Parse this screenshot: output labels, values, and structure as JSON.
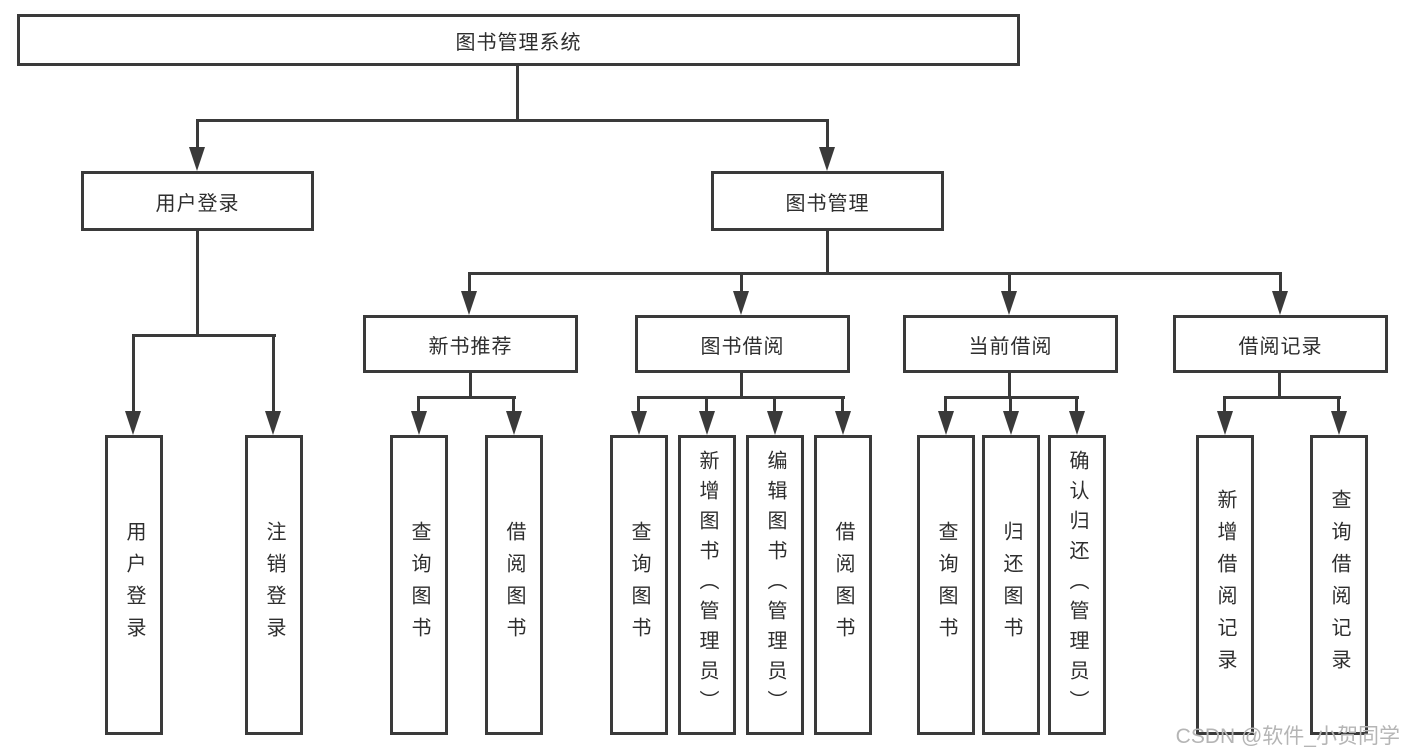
{
  "diagram_type": "hierarchy-tree",
  "colors": {
    "line": "#3a3a3a",
    "text": "#2e2e2e",
    "watermark": "#b5b5b5",
    "background": "#ffffff"
  },
  "watermark": "CSDN @软件_小贺同学",
  "nodes": {
    "root": {
      "label": "图书管理系统"
    },
    "user_login": {
      "label": "用户登录"
    },
    "book_mgmt": {
      "label": "图书管理"
    },
    "new_book_rec": {
      "label": "新书推荐"
    },
    "book_borrow": {
      "label": "图书借阅"
    },
    "current_borrow": {
      "label": "当前借阅"
    },
    "borrow_records": {
      "label": "借阅记录"
    },
    "leaf_user_login": {
      "label": "用户登录"
    },
    "leaf_logout": {
      "label": "注销登录"
    },
    "leaf_query_book_rec": {
      "label": "查询图书"
    },
    "leaf_borrow_book_rec": {
      "label": "借阅图书"
    },
    "leaf_query_book_borrow": {
      "label": "查询图书"
    },
    "leaf_add_book": {
      "label": "新增图书（管理员）"
    },
    "leaf_edit_book": {
      "label": "编辑图书（管理员）"
    },
    "leaf_borrow_book_borrow": {
      "label": "借阅图书"
    },
    "leaf_query_book_current": {
      "label": "查询图书"
    },
    "leaf_return_book": {
      "label": "归还图书"
    },
    "leaf_confirm_return": {
      "label": "确认归还（管理员）"
    },
    "leaf_add_record": {
      "label": "新增借阅记录"
    },
    "leaf_query_record": {
      "label": "查询借阅记录"
    }
  },
  "tree": {
    "root": "图书管理系统",
    "children": [
      {
        "label": "用户登录",
        "children": [
          "用户登录",
          "注销登录"
        ]
      },
      {
        "label": "图书管理",
        "children": [
          {
            "label": "新书推荐",
            "children": [
              "查询图书",
              "借阅图书"
            ]
          },
          {
            "label": "图书借阅",
            "children": [
              "查询图书",
              "新增图书（管理员）",
              "编辑图书（管理员）",
              "借阅图书"
            ]
          },
          {
            "label": "当前借阅",
            "children": [
              "查询图书",
              "归还图书",
              "确认归还（管理员）"
            ]
          },
          {
            "label": "借阅记录",
            "children": [
              "新增借阅记录",
              "查询借阅记录"
            ]
          }
        ]
      }
    ]
  }
}
